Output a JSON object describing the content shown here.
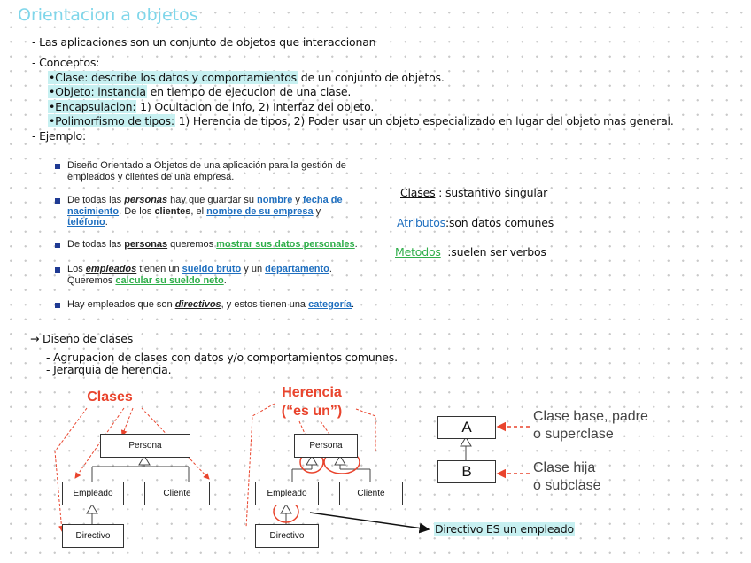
{
  "title": "Orientacion a objetos",
  "intro": "- Las aplicaciones son un conjunto de objetos que interaccionan",
  "conceptos_heading": "- Conceptos:",
  "conceptos": [
    {
      "term": "•Clase: describe los datos y comportamientos",
      "rest": " de un conjunto de objetos."
    },
    {
      "term": "•Objeto: instancia",
      "rest": " en tiempo de ejecucion de una clase."
    },
    {
      "term": "•Encapsulacion:",
      "rest": " 1) Ocultacion de info, 2) Interfaz del objeto."
    },
    {
      "term": "•Polimorfismo de tipos:",
      "rest": " 1) Herencia de tipos, 2) Poder usar un objeto especializado en lugar del objeto mas general."
    }
  ],
  "ejemplo_heading": "- Ejemplo:",
  "slide": {
    "b1": "Diseño Orientado a Objetos de una aplicación para la gestión de empleados y clientes de una empresa.",
    "b2": {
      "t1": "De todas las ",
      "personas": "personas",
      "t2": " hay que guardar su ",
      "nombre": "nombre",
      "t3": " y ",
      "fecha": "fecha de nacimiento",
      "t4": ". De los ",
      "clientes": "clientes",
      "t5": ", el ",
      "empresa": "nombre de su empresa",
      "t6": " y ",
      "telefono": "teléfono",
      "t7": "."
    },
    "b3": {
      "t1": "De todas las ",
      "personas": "personas",
      "t2": " queremos ",
      "mostrar": "mostrar sus datos personales",
      "t3": "."
    },
    "b4": {
      "t1": "Los ",
      "empleados": "empleados",
      "t2": " tienen un ",
      "sueldo": "sueldo bruto",
      "t3": " y un ",
      "departamento": "departamento",
      "t4": ".",
      "t5": "Queremos ",
      "calcular": "calcular su sueldo neto",
      "t6": "."
    },
    "b5": {
      "t1": "Hay empleados que son ",
      "directivos": "directivos",
      "t2": ", y estos tienen una ",
      "categoria": "categoría",
      "t3": "."
    }
  },
  "legend": {
    "clases": "Clases",
    "clases_desc": ": sustantivo singular",
    "atributos": "Atributos",
    "atributos_desc": ":son datos comunes",
    "metodos": "Metodos",
    "metodos_desc": ":suelen ser verbos",
    "colors": {
      "clases": "#111111",
      "atributos": "#1f6fbf",
      "metodos": "#2fae4a"
    }
  },
  "diseno_heading": "→ Diseno de clases",
  "diseno_items": [
    "- Agrupacion de clases con datos y/o comportamientos comunes.",
    "- Jerarquia de herencia."
  ],
  "diagram1": {
    "title": "Clases",
    "persona": "Persona",
    "empleado": "Empleado",
    "cliente": "Cliente",
    "directivo": "Directivo"
  },
  "diagram2": {
    "title1": "Herencia",
    "title2": "(“es un”)",
    "persona": "Persona",
    "empleado": "Empleado",
    "cliente": "Cliente",
    "directivo": "Directivo"
  },
  "diagram3": {
    "a": "A",
    "b": "B",
    "base1": "Clase base, padre",
    "base2": "o superclase",
    "hija1": "Clase hija",
    "hija2": "o subclase"
  },
  "directivo_note": "Directivo ES un empleado",
  "accent": "#e9442d"
}
